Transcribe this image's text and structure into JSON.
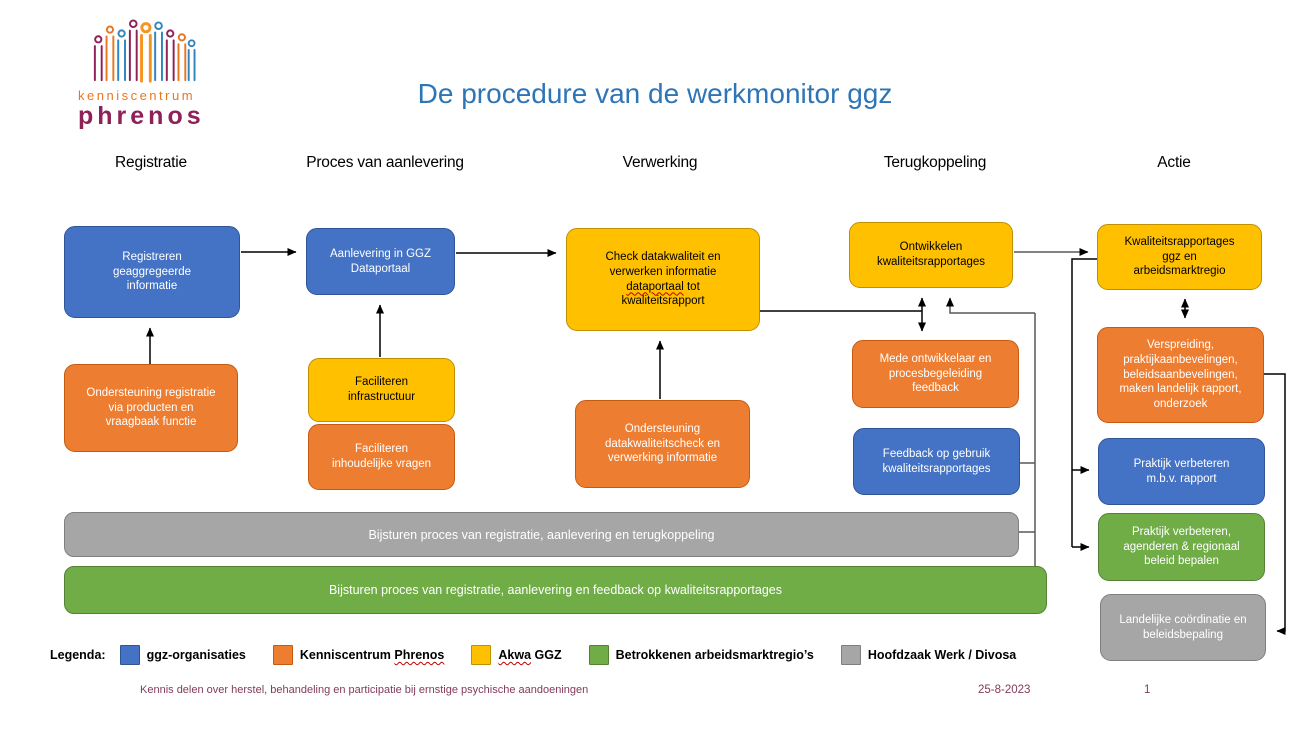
{
  "logo": {
    "line1": "kenniscentrum",
    "line2": "phrenos"
  },
  "title": "De procedure van de werkmonitor ggz",
  "columns": [
    "Registratie",
    "Proces van aanlevering",
    "Verwerking",
    "Terugkoppeling",
    "Actie"
  ],
  "nodes": {
    "registreren": {
      "label": "Registreren geaggregeerde informatie",
      "color": "#4472C4",
      "border": "#2F5597"
    },
    "aanlevering": {
      "label": "Aanlevering in GGZ Dataportaal",
      "color": "#4472C4",
      "border": "#2F5597"
    },
    "check": {
      "pre": "Check datakwaliteit en verwerken informatie ",
      "misspelled": "dataportaal",
      "post": " tot kwaliteitsrapport",
      "color": "#FFC000",
      "border": "#BF8F00"
    },
    "ontwikkelen": {
      "label": "Ontwikkelen kwaliteitsrapportages",
      "color": "#FFC000",
      "border": "#BF8F00"
    },
    "kwaliteitsrapportages": {
      "label": "Kwaliteitsrapportages ggz en arbeidsmarktregio",
      "color": "#FFC000",
      "border": "#BF8F00"
    },
    "ondersteuning_registratie": {
      "label": "Ondersteuning registratie via producten en vraagbaak functie",
      "color": "#ED7D31",
      "border": "#C55A11"
    },
    "faciliteren_infrastructuur": {
      "label": "Faciliteren infrastructuur",
      "color": "#FFC000",
      "border": "#BF8F00"
    },
    "faciliteren_inhoudelijk": {
      "label": "Faciliteren inhoudelijke vragen",
      "color": "#ED7D31",
      "border": "#C55A11"
    },
    "ondersteuning_datakwaliteit": {
      "label": "Ondersteuning datakwaliteitscheck en verwerking informatie",
      "color": "#ED7D31",
      "border": "#C55A11"
    },
    "mede_ontwikkelaar": {
      "label": "Mede ontwikkelaar en procesbegeleiding feedback",
      "color": "#ED7D31",
      "border": "#C55A11"
    },
    "feedback_gebruik": {
      "label": "Feedback op gebruik kwaliteitsrapportages",
      "color": "#4472C4",
      "border": "#2F5597"
    },
    "verspreiding": {
      "label": "Verspreiding, praktijkaanbevelingen, beleidsaanbevelingen, maken landelijk rapport, onderzoek",
      "color": "#ED7D31",
      "border": "#C55A11"
    },
    "praktijk_rapport": {
      "label": "Praktijk verbeteren m.b.v. rapport",
      "color": "#4472C4",
      "border": "#2F5597"
    },
    "praktijk_regionaal": {
      "label": "Praktijk verbeteren, agenderen & regionaal beleid bepalen",
      "color": "#70AD47",
      "border": "#548235"
    },
    "landelijke_coordinatie": {
      "label": "Landelijke coördinatie en beleidsbepaling",
      "color": "#A6A6A6",
      "border": "#7F7F7F"
    },
    "bijsturen_terugkoppeling": {
      "label": "Bijsturen proces van registratie, aanlevering en terugkoppeling",
      "color": "#A6A6A6",
      "border": "#7F7F7F"
    },
    "bijsturen_feedback": {
      "label": "Bijsturen proces van registratie, aanlevering en feedback op kwaliteitsrapportages",
      "color": "#70AD47",
      "border": "#548235"
    }
  },
  "legend": {
    "title": "Legenda:",
    "items": [
      {
        "label": "ggz-organisaties",
        "color": "#4472C4",
        "border": "#2F5597"
      },
      {
        "pre": "Kenniscentrum ",
        "misspelled": "Phrenos",
        "post": "",
        "color": "#ED7D31",
        "border": "#C55A11"
      },
      {
        "pre": "",
        "misspelled": "Akwa",
        "post": " GGZ",
        "color": "#FFC000",
        "border": "#BF8F00"
      },
      {
        "label": "Betrokkenen arbeidsmarktregio’s",
        "color": "#70AD47",
        "border": "#548235"
      },
      {
        "label": "Hoofdzaak Werk / Divosa",
        "color": "#A6A6A6",
        "border": "#7F7F7F"
      }
    ]
  },
  "footer": {
    "tagline": "Kennis delen over herstel, behandeling en participatie bij ernstige psychische aandoeningen",
    "date": "25-8-2023",
    "page": "1"
  }
}
